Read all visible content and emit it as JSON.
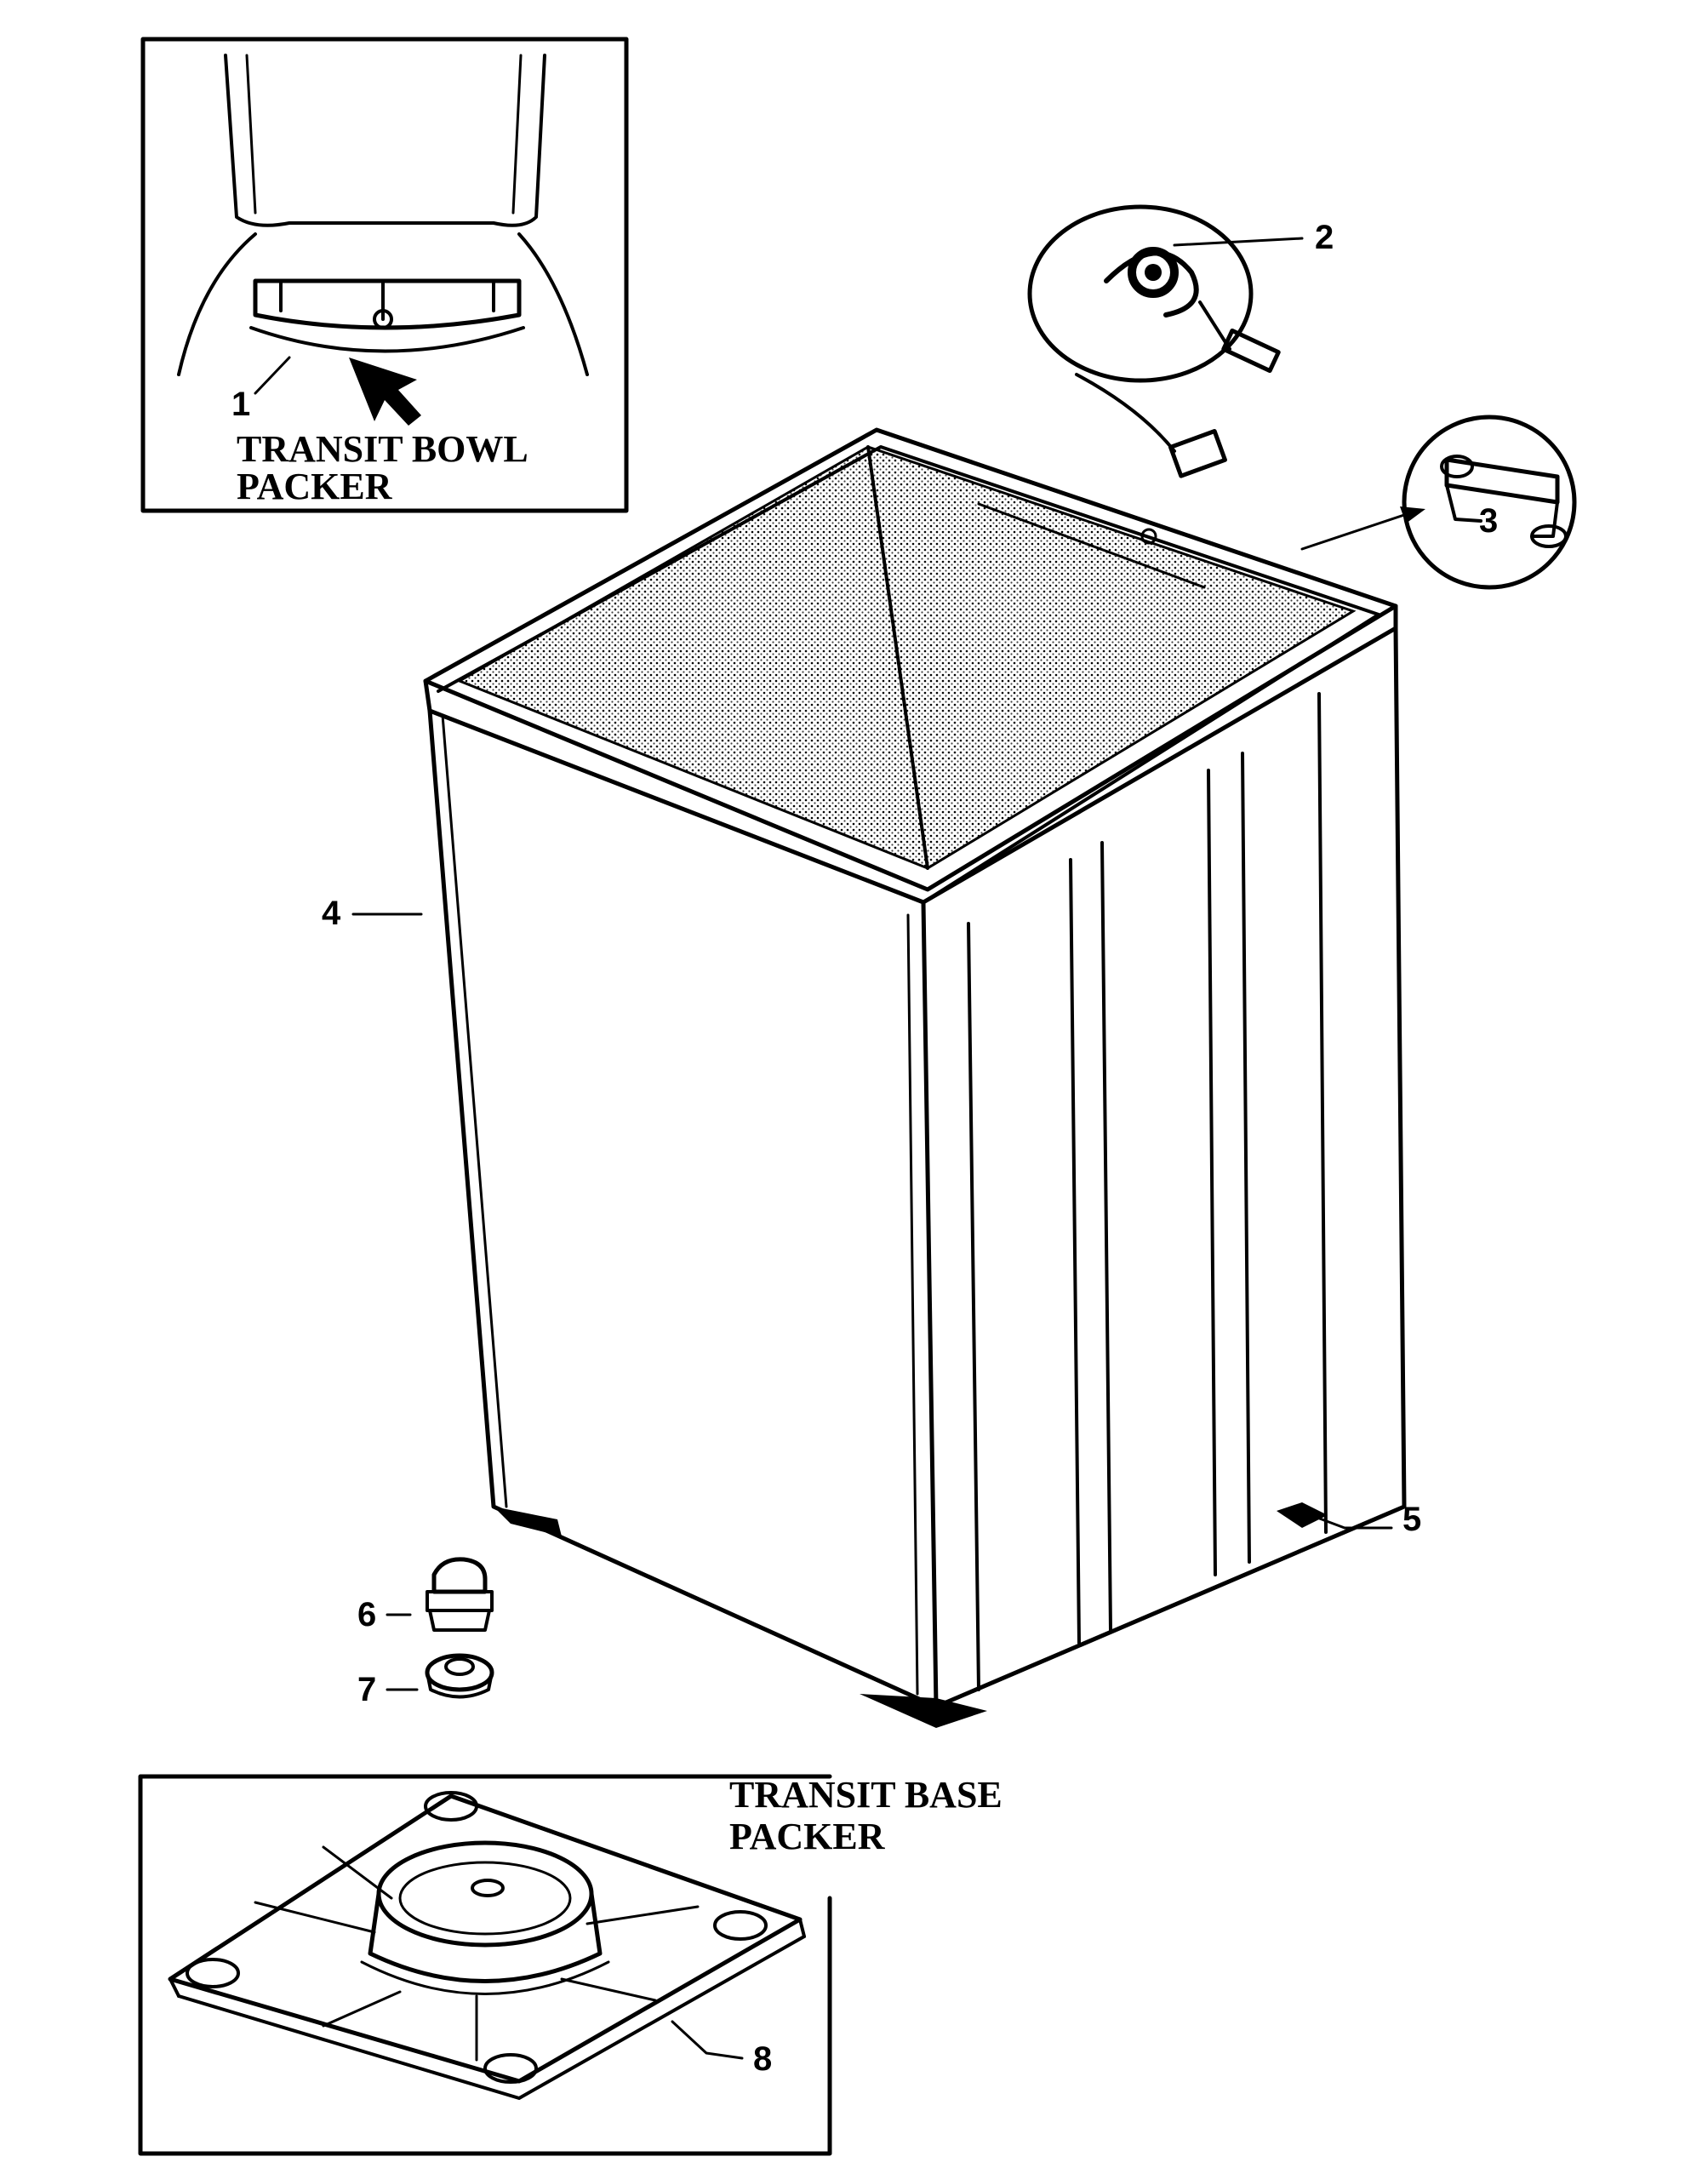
{
  "callouts": {
    "c1": "1",
    "c2": "2",
    "c3": "3",
    "c4": "4",
    "c5": "5",
    "c6": "6",
    "c7": "7",
    "c8": "8"
  },
  "captions": {
    "bowl_line1": "TRANSIT BOWL",
    "bowl_line2": "PACKER",
    "base_line1": "TRANSIT BASE",
    "base_line2": "PACKER"
  }
}
